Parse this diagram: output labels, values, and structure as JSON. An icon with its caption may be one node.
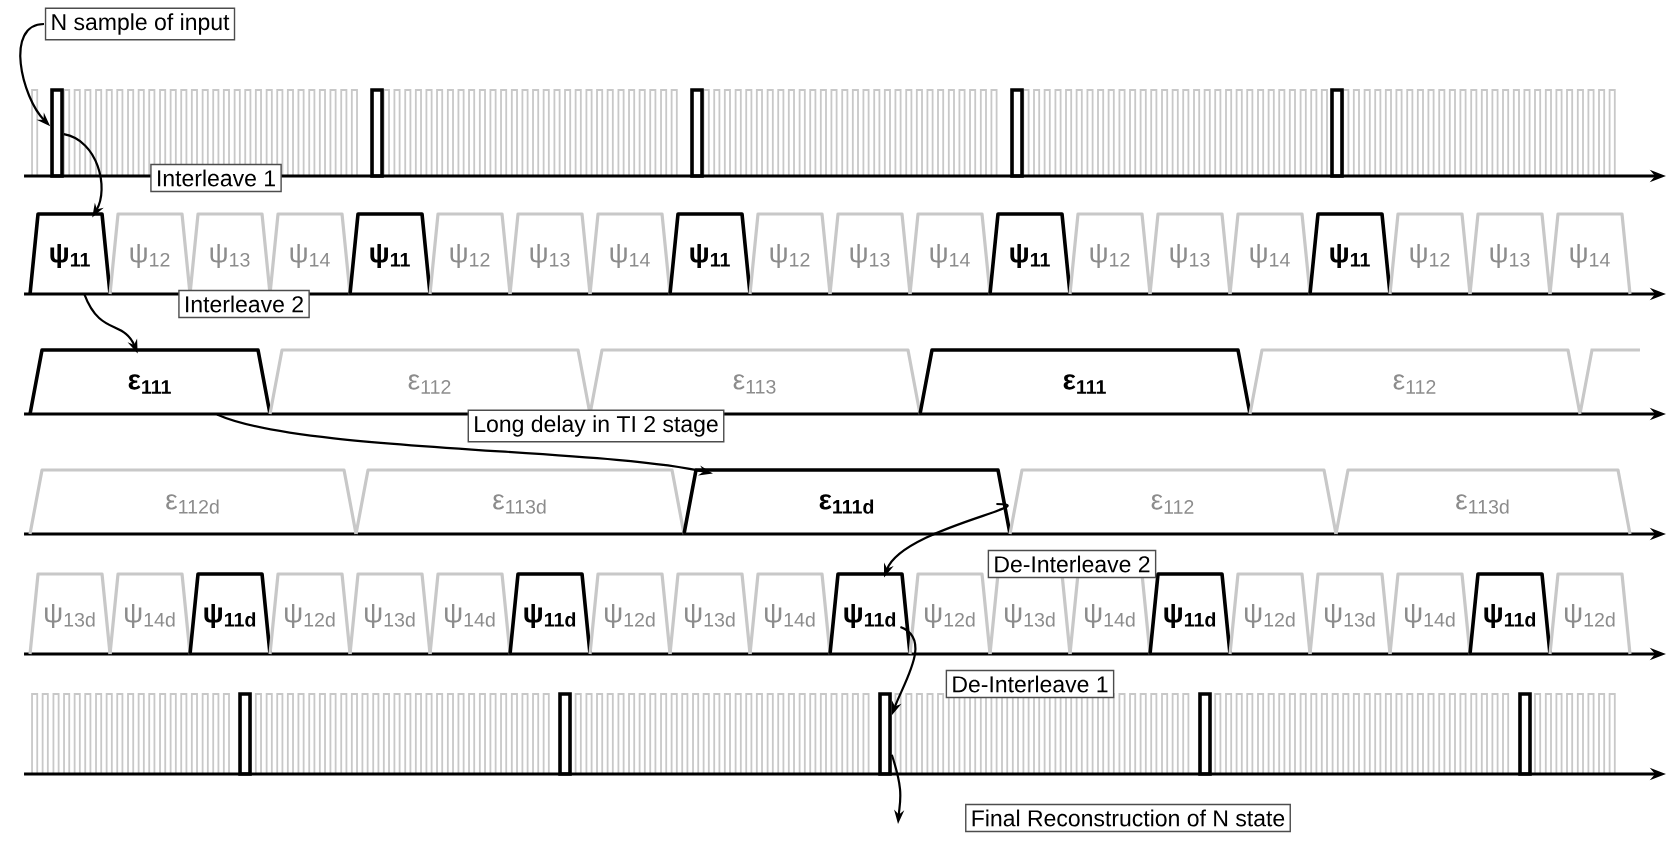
{
  "diagram": {
    "nodes": [
      {
        "text": [],
        "shape": "bar"
      },
      {
        "text": [],
        "shape": "bar"
      },
      {
        "text": [],
        "shape": "bar"
      },
      {
        "text": [],
        "shape": "bar"
      },
      {
        "text": [],
        "shape": "bar"
      },
      {
        "text": [
          "ψ$_{11}$"
        ]
      },
      {
        "text": [
          "ψ$_{12}$"
        ]
      },
      {
        "text": [
          "ψ$_{13}$"
        ]
      },
      {
        "text": [
          "ψ$_{14}$"
        ]
      },
      {
        "text": [
          "ψ$_{11}$"
        ]
      },
      {
        "text": [
          "ψ$_{12}$"
        ]
      },
      {
        "text": [
          "ψ$_{13}$"
        ]
      },
      {
        "text": [
          "ψ$_{14}$"
        ]
      },
      {
        "text": [
          "ψ$_{11}$"
        ]
      },
      {
        "text": [
          "ψ$_{12}$"
        ]
      },
      {
        "text": [
          "ψ$_{13}$"
        ]
      },
      {
        "text": [
          "ψ$_{14}$"
        ]
      },
      {
        "text": [
          "ψ$_{11}$"
        ]
      },
      {
        "text": [
          "ψ$_{12}$"
        ]
      },
      {
        "text": [
          "ψ$_{13}$"
        ]
      },
      {
        "text": [
          "ψ$_{14}$"
        ]
      },
      {
        "text": [
          "ψ$_{11}$"
        ]
      },
      {
        "text": [
          "ψ$_{12}$"
        ]
      },
      {
        "text": [
          "ψ$_{13}$"
        ]
      },
      {
        "text": [
          "ψ$_{14}$"
        ]
      },
      {
        "text": [
          "ε$_{111}$"
        ]
      },
      {
        "text": [
          "ε$_{112}$"
        ]
      },
      {
        "text": [
          "ε$_{113}$"
        ]
      },
      {
        "text": [
          "ε$_{111}$"
        ]
      },
      {
        "text": [
          "ε$_{112}$"
        ]
      },
      {
        "text": [
          "ε$_{112d}$"
        ]
      },
      {
        "text": [
          "ε$_{113d}$"
        ]
      },
      {
        "text": [
          "ε$_{111d}$"
        ]
      },
      {
        "text": [
          "ε$_{112}$"
        ]
      },
      {
        "text": [
          "ε$_{113d}$"
        ]
      },
      {
        "text": [
          "ψ$_{13d}$"
        ]
      },
      {
        "text": [
          "ψ$_{14d}$"
        ]
      },
      {
        "text": [
          "ψ$_{11d}$"
        ]
      },
      {
        "text": [
          "ψ$_{12d}$"
        ]
      },
      {
        "text": [
          "ψ$_{13d}$"
        ]
      },
      {
        "text": [
          "ψ$_{14d}$"
        ]
      },
      {
        "text": [
          "ψ$_{11d}$"
        ]
      },
      {
        "text": [
          "ψ$_{12d}$"
        ]
      },
      {
        "text": [
          "ψ$_{13d}$"
        ]
      },
      {
        "text": [
          "ψ$_{14d}$"
        ]
      },
      {
        "text": [
          "ψ$_{11d}$"
        ]
      },
      {
        "text": [
          "ψ$_{12d}$"
        ]
      },
      {
        "text": [
          "ψ$_{13d}$"
        ]
      },
      {
        "text": [
          "ψ$_{14d}$"
        ]
      },
      {
        "text": [
          "ψ$_{11d}$"
        ]
      },
      {
        "text": [
          "ψ$_{12d}$"
        ]
      },
      {
        "text": [
          "ψ$_{13d}$"
        ]
      },
      {
        "text": [
          "ψ$_{14d}$"
        ]
      },
      {
        "text": [
          "ψ$_{11d}$"
        ]
      },
      {
        "text": [
          "ψ$_{12d}$"
        ]
      },
      {
        "text": [],
        "shape": "bar"
      },
      {
        "text": [],
        "shape": "bar"
      },
      {
        "text": [],
        "shape": "bar"
      },
      {
        "text": [],
        "shape": "bar"
      },
      {
        "text": [],
        "shape": "bar"
      }
    ],
    "edges": [
      {
        "from": null,
        "to": 0,
        "arrow": "to",
        "label": "N sample of input"
      },
      {
        "from": 0,
        "to": 5,
        "arrow": "to",
        "label": "Interleave 1"
      },
      {
        "from": 5,
        "to": 25,
        "arrow": "to",
        "label": "Interleave 2"
      },
      {
        "from": 25,
        "to": 32,
        "arrow": "to",
        "label": "Long delay in TI 2 stage"
      },
      {
        "from": 32,
        "to": 45,
        "arrow": "to",
        "label": "De-Interleave 2"
      },
      {
        "from": 45,
        "to": 57,
        "arrow": "to",
        "label": "De-Interleave 1"
      },
      {
        "from": 57,
        "to": null,
        "arrow": "to",
        "label": "Final Reconstruction of N state"
      }
    ]
  }
}
